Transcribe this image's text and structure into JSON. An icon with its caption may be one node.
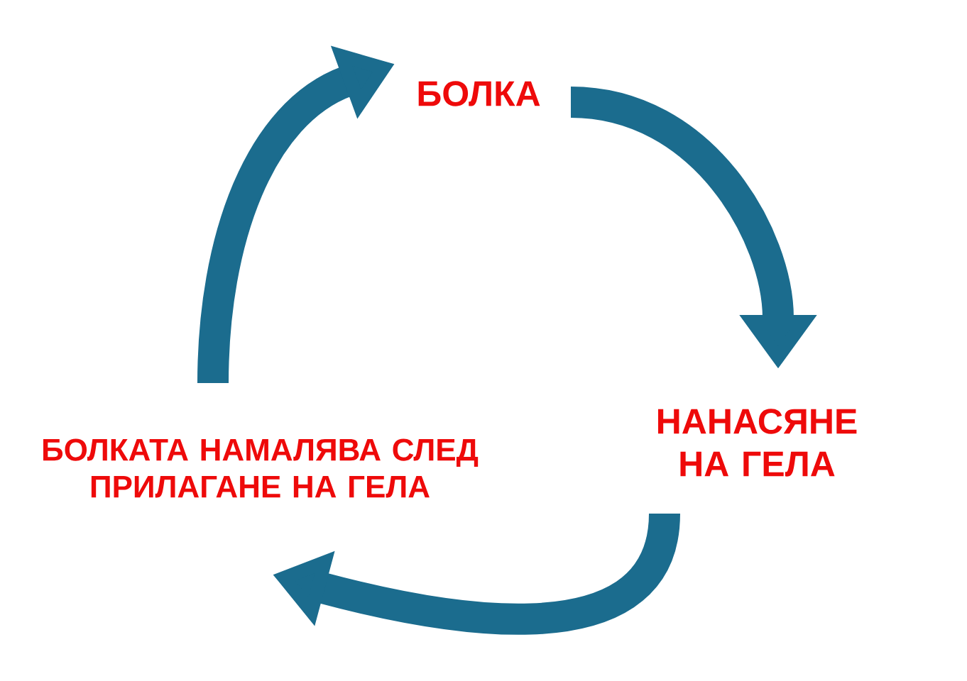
{
  "diagram": {
    "nodes": [
      {
        "text": [
          "БОЛКА"
        ]
      },
      {
        "text": [
          "НАНАСЯНЕ НА ГЕЛА"
        ]
      },
      {
        "text": [
          "БОЛКАТА НАМАЛЯВА СЛЕД ПРИЛАГАНЕ НА ГЕЛА"
        ]
      }
    ],
    "edges": [
      {
        "from": 0,
        "to": 1,
        "arrow": "to"
      },
      {
        "from": 1,
        "to": 2,
        "arrow": "to"
      },
      {
        "from": 2,
        "to": 0,
        "arrow": "to"
      }
    ]
  }
}
